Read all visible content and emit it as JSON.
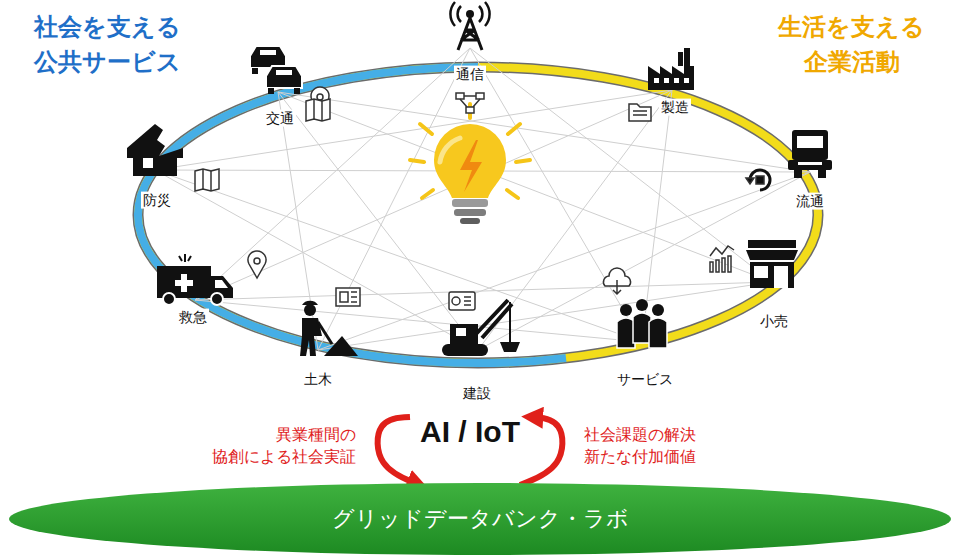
{
  "diagram": {
    "nodes": [
      {
        "text": [
          "AI / IoT"
        ]
      },
      {
        "text": [
          "グリッドデータバンク・ラボ"
        ]
      }
    ],
    "edges": [
      {
        "from": 0,
        "to": 1,
        "arrow": "to",
        "label": "異業種間の 協創による社会実証"
      },
      {
        "from": 1,
        "to": 0,
        "arrow": "to",
        "label": "社会課題の解決 新たな付加価値"
      }
    ],
    "labels": [
      "社会を支える 公共サービス",
      "生活を支える 企業活動",
      "通信",
      "製造",
      "流通",
      "小売",
      "サービス",
      "建設",
      "土木",
      "救急",
      "防災",
      "交通"
    ]
  }
}
